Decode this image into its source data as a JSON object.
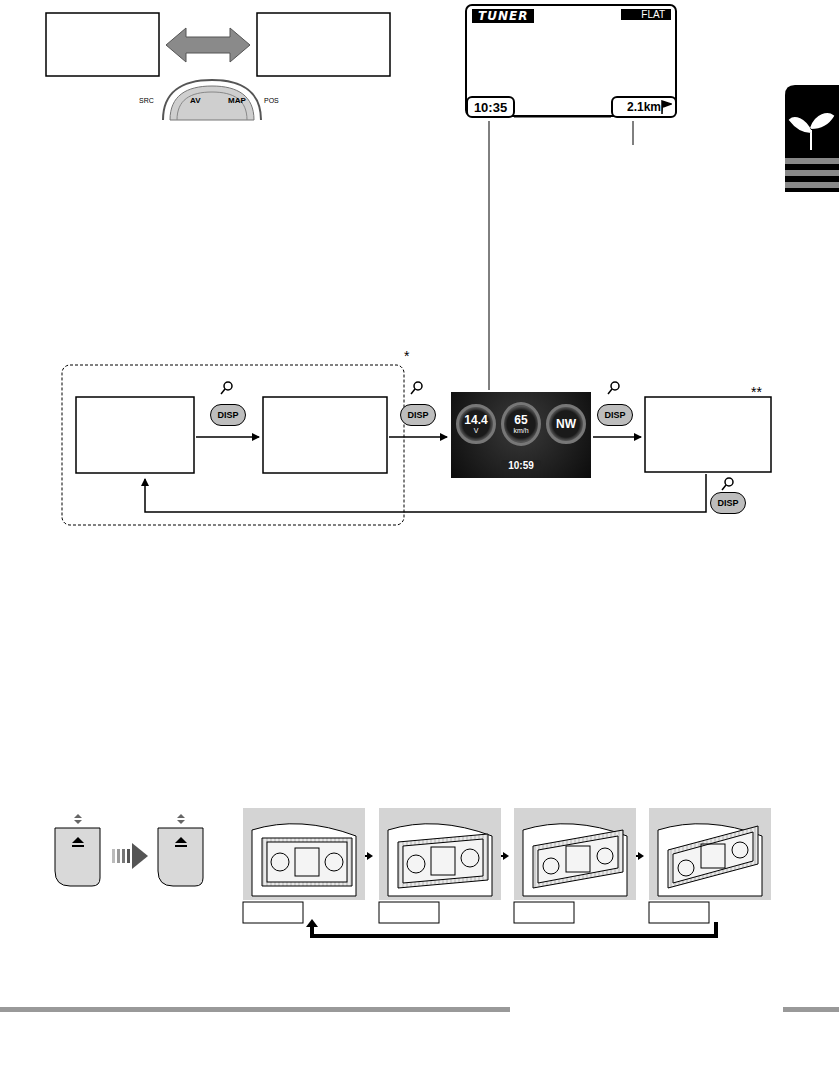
{
  "diagram": {
    "nodes": [
      {
        "text": [
          "TUNER",
          "FLAT"
        ]
      },
      {
        "text": [
          "10:35"
        ],
        "in": 0
      },
      {
        "text": [
          "2.1km"
        ],
        "in": 0
      },
      {
        "text": [
          "DISP"
        ]
      },
      {
        "text": [
          "DISP"
        ]
      },
      {
        "text": [
          "DISP"
        ]
      },
      {
        "text": [
          "DISP"
        ]
      },
      {
        "text": [
          "10:59"
        ]
      },
      {
        "text": [
          "14.4",
          "V"
        ],
        "in": 7
      },
      {
        "text": [
          "65",
          "km/h"
        ],
        "in": 7
      },
      {
        "text": [
          "NW"
        ],
        "in": 7
      }
    ],
    "labels": [
      "SRC",
      "AV",
      "MAP",
      "POS",
      "*",
      "**"
    ]
  }
}
